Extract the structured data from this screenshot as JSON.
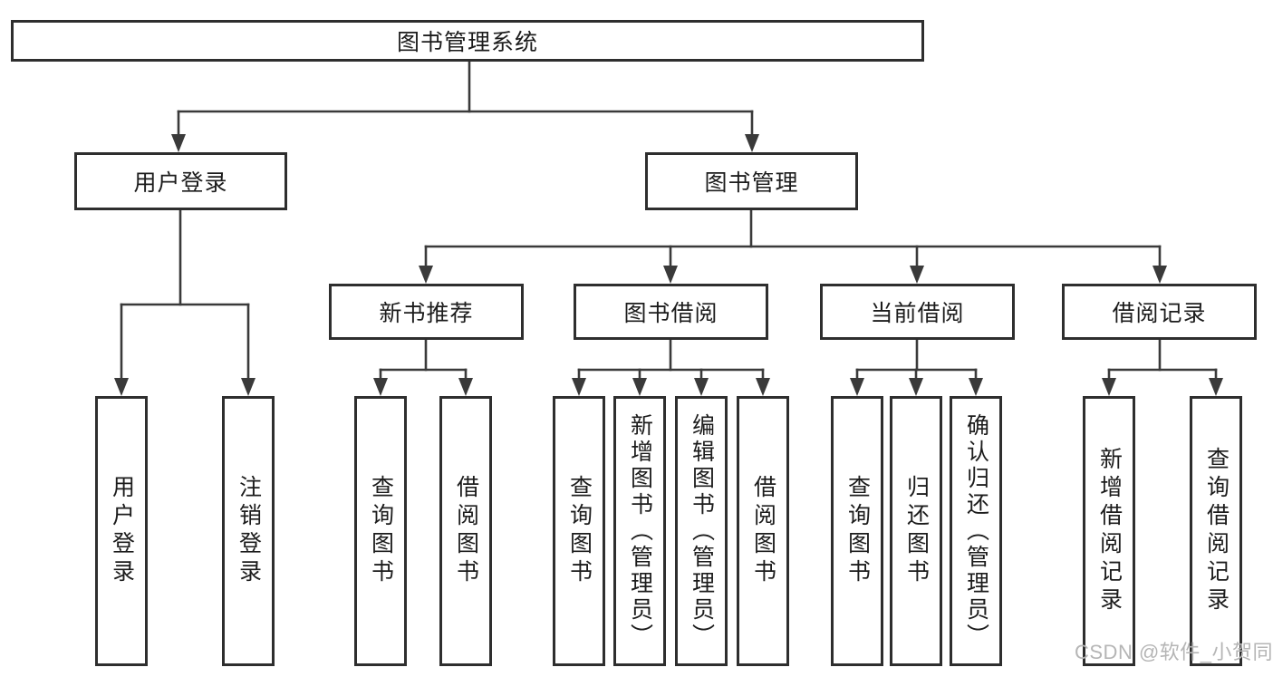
{
  "diagram": {
    "type": "tree",
    "tree": {
      "root": {
        "label": "图书管理系统",
        "children": [
          {
            "label": "用户登录",
            "children": [
              {
                "label": "用户登录"
              },
              {
                "label": "注销登录"
              }
            ]
          },
          {
            "label": "图书管理",
            "children": [
              {
                "label": "新书推荐",
                "children": [
                  {
                    "label": "查询图书"
                  },
                  {
                    "label": "借阅图书"
                  }
                ]
              },
              {
                "label": "图书借阅",
                "children": [
                  {
                    "label": "查询图书"
                  },
                  {
                    "label": "新增图书（管理员）"
                  },
                  {
                    "label": "编辑图书（管理员）"
                  },
                  {
                    "label": "借阅图书"
                  }
                ]
              },
              {
                "label": "当前借阅",
                "children": [
                  {
                    "label": "查询图书"
                  },
                  {
                    "label": "归还图书"
                  },
                  {
                    "label": "确认归还（管理员）"
                  }
                ]
              },
              {
                "label": "借阅记录",
                "children": [
                  {
                    "label": "新增借阅记录"
                  },
                  {
                    "label": "查询借阅记录"
                  }
                ]
              }
            ]
          }
        ]
      }
    },
    "colors": {
      "box_border": "#2e2e2e",
      "connector": "#3a3a3a",
      "text": "#1c1c1c",
      "watermark_text": "#b5b5b5",
      "background": "#ffffff"
    }
  },
  "watermark": "CSDN @软件_小贺同学"
}
